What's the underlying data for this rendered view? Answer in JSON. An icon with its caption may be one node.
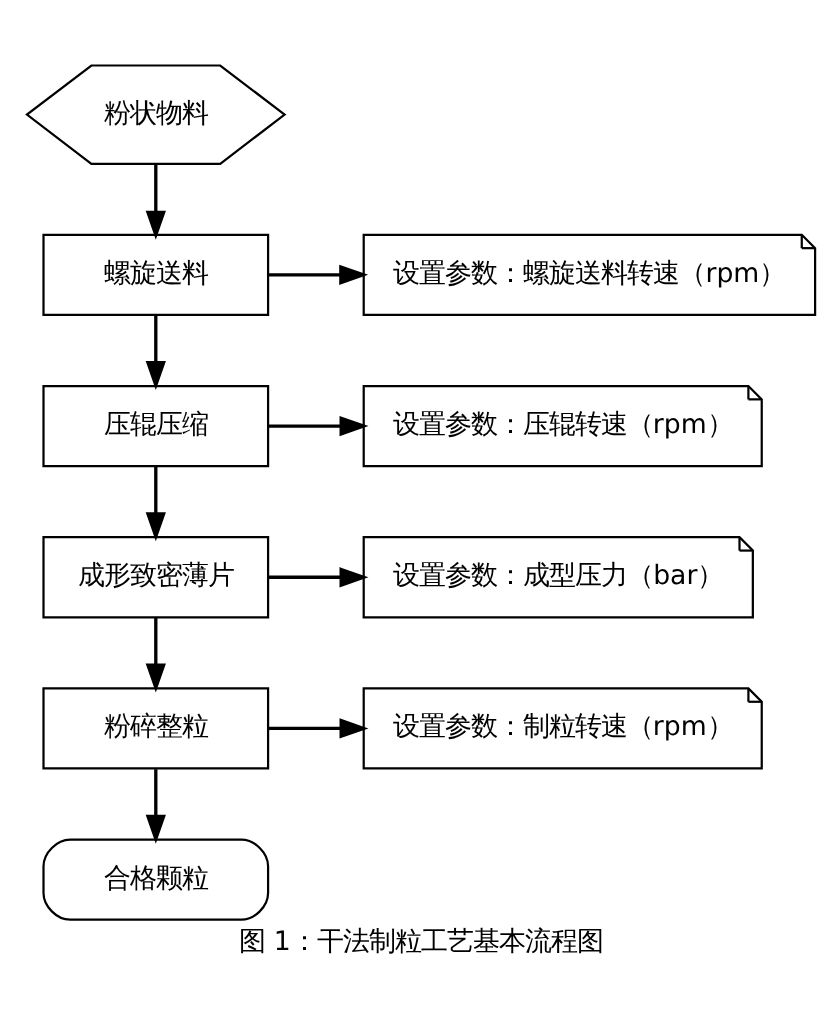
{
  "diagram": {
    "caption": "图 1：干法制粒工艺基本流程图",
    "nodes": [
      {
        "text": [
          "粉状物料"
        ]
      },
      {
        "text": [
          "螺旋送料"
        ]
      },
      {
        "text": [
          "设置参数：螺旋送料转速（rpm）"
        ]
      },
      {
        "text": [
          "压辊压缩"
        ]
      },
      {
        "text": [
          "设置参数：压辊转速（rpm）"
        ]
      },
      {
        "text": [
          "成形致密薄片"
        ]
      },
      {
        "text": [
          "设置参数：成型压力（bar）"
        ]
      },
      {
        "text": [
          "粉碎整粒"
        ]
      },
      {
        "text": [
          "设置参数：制粒转速（rpm）"
        ]
      },
      {
        "text": [
          "合格颗粒"
        ]
      }
    ],
    "edges": [
      {
        "from": 0,
        "to": 1,
        "arrow": "to"
      },
      {
        "from": 1,
        "to": 2,
        "arrow": "to"
      },
      {
        "from": 1,
        "to": 3,
        "arrow": "to"
      },
      {
        "from": 3,
        "to": 4,
        "arrow": "to"
      },
      {
        "from": 3,
        "to": 5,
        "arrow": "to"
      },
      {
        "from": 5,
        "to": 6,
        "arrow": "to"
      },
      {
        "from": 5,
        "to": 7,
        "arrow": "to"
      },
      {
        "from": 7,
        "to": 8,
        "arrow": "to"
      },
      {
        "from": 7,
        "to": 9,
        "arrow": "to"
      }
    ]
  }
}
